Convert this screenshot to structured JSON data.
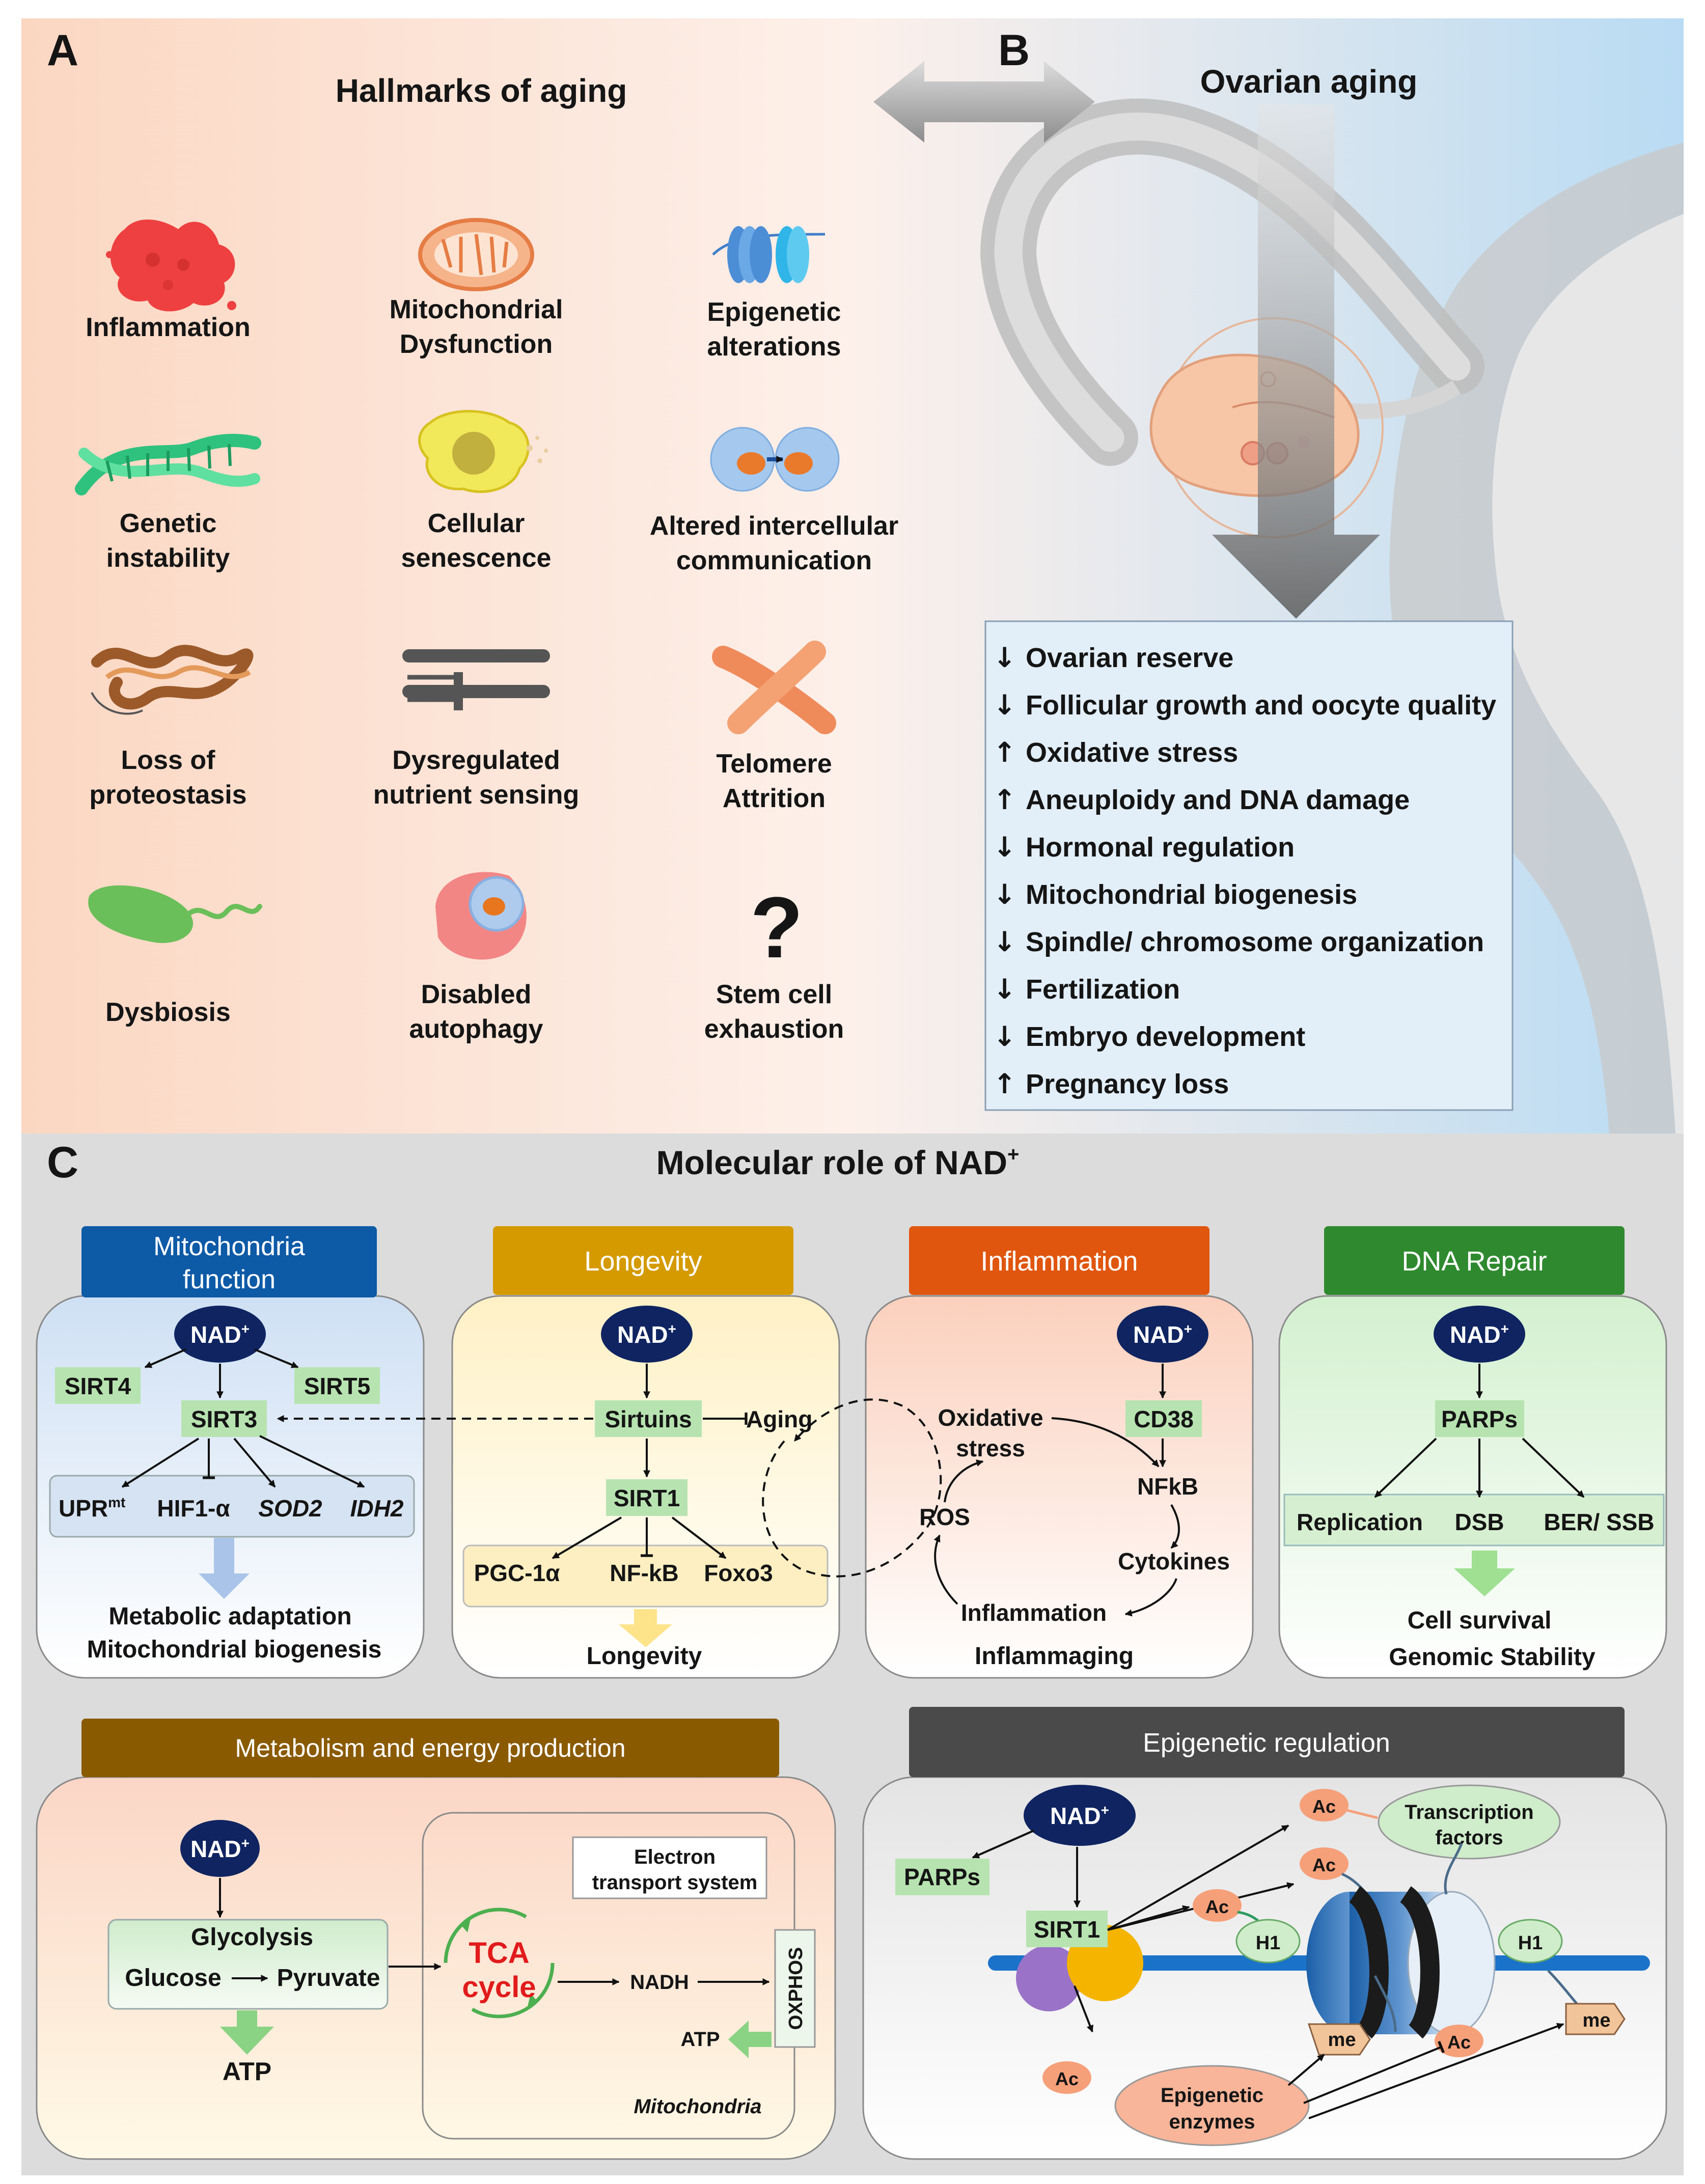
{
  "panelA": {
    "letter": "A",
    "title": "Hallmarks of aging",
    "items": [
      {
        "l1": "Inflammation",
        "l2": ""
      },
      {
        "l1": "Mitochondrial",
        "l2": "Dysfunction"
      },
      {
        "l1": "Epigenetic",
        "l2": "alterations"
      },
      {
        "l1": "Genetic",
        "l2": "instability"
      },
      {
        "l1": "Cellular",
        "l2": "senescence"
      },
      {
        "l1": "Altered intercellular",
        "l2": "communication"
      },
      {
        "l1": "Loss of",
        "l2": "proteostasis"
      },
      {
        "l1": "Dysregulated",
        "l2": "nutrient sensing"
      },
      {
        "l1": "Telomere",
        "l2": "Attrition"
      },
      {
        "l1": "Dysbiosis",
        "l2": ""
      },
      {
        "l1": "Disabled",
        "l2": "autophagy"
      },
      {
        "l1": "Stem cell",
        "l2": "exhaustion"
      }
    ],
    "question_mark": "?"
  },
  "panelB": {
    "letter": "B",
    "title": "Ovarian aging",
    "effects": [
      {
        "arrow": "↓",
        "text": "Ovarian reserve"
      },
      {
        "arrow": "↓",
        "text": "Follicular growth and oocyte quality"
      },
      {
        "arrow": "↑",
        "text": "Oxidative stress"
      },
      {
        "arrow": "↑",
        "text": "Aneuploidy and DNA damage"
      },
      {
        "arrow": "↓",
        "text": "Hormonal regulation"
      },
      {
        "arrow": "↓",
        "text": "Mitochondrial biogenesis"
      },
      {
        "arrow": "↓",
        "text": "Spindle/ chromosome organization"
      },
      {
        "arrow": "↓",
        "text": "Fertilization"
      },
      {
        "arrow": "↓",
        "text": "Embryo development"
      },
      {
        "arrow": "↑",
        "text": "Pregnancy loss"
      }
    ]
  },
  "panelC": {
    "letter": "C",
    "title": "Molecular role of NAD",
    "title_sup": "+",
    "nad": "NAD",
    "nad_sup": "+",
    "mito": {
      "header_l1": "Mitochondria",
      "header_l2": "function",
      "sirt4": "SIRT4",
      "sirt5": "SIRT5",
      "sirt3": "SIRT3",
      "upr": "UPR",
      "upr_sup": "mt",
      "hif": "HIF1-α",
      "sod2": "SOD2",
      "idh2": "IDH2",
      "out_l1": "Metabolic adaptation",
      "out_l2": "Mitochondrial biogenesis"
    },
    "longevity": {
      "header": "Longevity",
      "sirtuins": "Sirtuins",
      "aging": "Aging",
      "sirt1": "SIRT1",
      "pgc": "PGC-1α",
      "nfkb": "NF-kB",
      "foxo3": "Foxo3",
      "out": "Longevity"
    },
    "inflammation": {
      "header": "Inflammation",
      "cd38": "CD38",
      "ox_l1": "Oxidative",
      "ox_l2": "stress",
      "nfkb": "NFkB",
      "ros": "ROS",
      "cytokines": "Cytokines",
      "inflammation": "Inflammation",
      "inflammaging": "Inflammaging"
    },
    "dna": {
      "header": "DNA Repair",
      "parps": "PARPs",
      "replication": "Replication",
      "dsb": "DSB",
      "ber": "BER/ SSB",
      "out_l1": "Cell survival",
      "out_l2": "Genomic Stability"
    },
    "metabolism": {
      "header": "Metabolism and energy production",
      "glycolysis": "Glycolysis",
      "glucose": "Glucose",
      "pyruvate": "Pyruvate",
      "atp_left": "ATP",
      "tca_l1": "TCA",
      "tca_l2": "cycle",
      "nadh": "NADH",
      "oxphos": "OXPHOS",
      "atp_right": "ATP",
      "ets_l1": "Electron",
      "ets_l2": "transport system",
      "mitochondria": "Mitochondria"
    },
    "epigenetic": {
      "header": "Epigenetic regulation",
      "parps": "PARPs",
      "sirt1": "SIRT1",
      "ac": "Ac",
      "me": "me",
      "h1": "H1",
      "tf_l1": "Transcription",
      "tf_l2": "factors",
      "enz_l1": "Epigenetic",
      "enz_l2": "enzymes"
    }
  },
  "colors": {
    "panelC_bg": "#dcdcdc",
    "mito_header": "#0d5aa7",
    "longevity_header": "#d49a00",
    "inflammation_header": "#e0560e",
    "dna_header": "#2f8a2f",
    "metabolism_header": "#8a5a00",
    "epigenetic_header": "#4a4a4a",
    "nad_oval": "#0f2461",
    "green_box": "#b7e3b0",
    "tca_red": "#e11b1b"
  }
}
